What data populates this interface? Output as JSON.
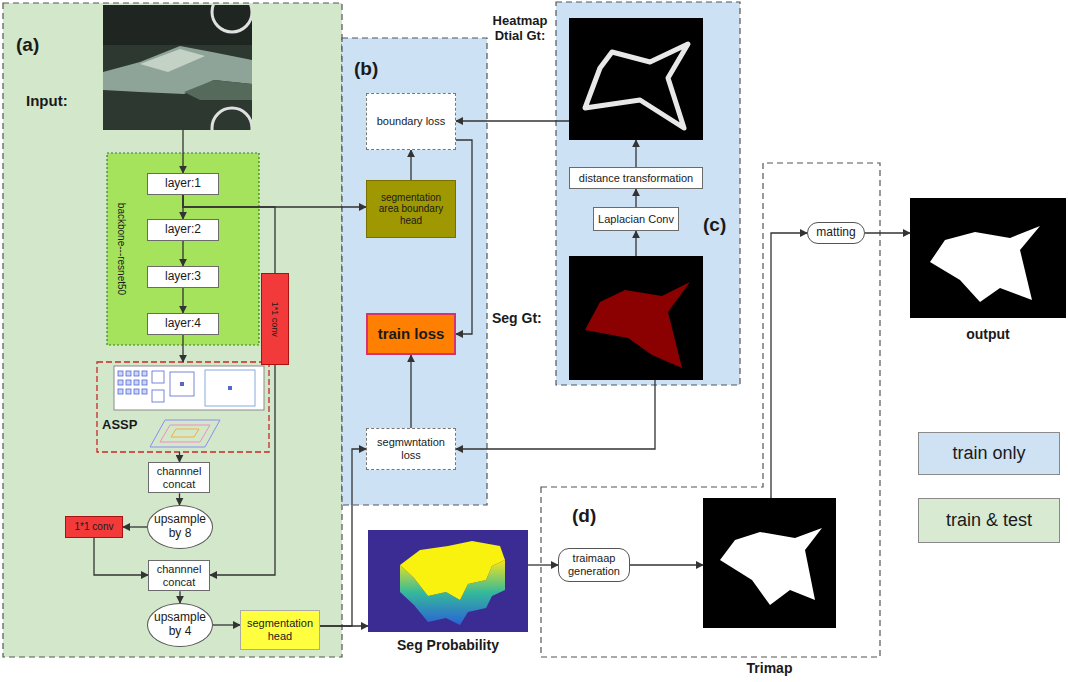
{
  "diagram": {
    "nodes": [
      {
        "text": [
          "(a)"
        ]
      },
      {
        "text": [
          "Input:"
        ],
        "in": 0
      },
      {
        "text": [
          "backbone---resnet50"
        ],
        "in": 0
      },
      {
        "text": [
          "layer:1"
        ],
        "in": 2
      },
      {
        "text": [
          "layer:2"
        ],
        "in": 2
      },
      {
        "text": [
          "layer:3"
        ],
        "in": 2
      },
      {
        "text": [
          "layer:4"
        ],
        "in": 2
      },
      {
        "text": [
          "1*1 conv"
        ],
        "in": 0
      },
      {
        "text": [
          "ASSP"
        ],
        "in": 0
      },
      {
        "text": [
          "channnel concat"
        ],
        "in": 0
      },
      {
        "text": [
          "upsample by 8"
        ],
        "in": 0
      },
      {
        "text": [
          "1*1 conv"
        ],
        "in": 0
      },
      {
        "text": [
          "channnel concat"
        ],
        "in": 0
      },
      {
        "text": [
          "upsample by 4"
        ],
        "in": 0
      },
      {
        "text": [
          "segmentation head"
        ],
        "in": 0
      },
      {
        "text": [
          "(b)"
        ]
      },
      {
        "text": [
          "boundary loss"
        ],
        "in": 15
      },
      {
        "text": [
          "segmentation area boundary head"
        ],
        "in": 15
      },
      {
        "text": [
          "train loss"
        ],
        "in": 15
      },
      {
        "text": [
          "segmwntation loss"
        ],
        "in": 15
      },
      {
        "text": [
          "(c)"
        ]
      },
      {
        "text": [
          "Heatmap Dtial Gt:"
        ],
        "in": 20
      },
      {
        "text": [
          "distance transformation"
        ],
        "in": 20
      },
      {
        "text": [
          "Laplacian Conv"
        ],
        "in": 20
      },
      {
        "text": [
          "Seg Gt:"
        ],
        "in": 20
      },
      {
        "text": [
          "Seg Probability"
        ]
      },
      {
        "text": [
          "(d)"
        ]
      },
      {
        "text": [
          "traimaap generation"
        ],
        "in": 26
      },
      {
        "text": [
          "Trimap"
        ],
        "in": 26
      },
      {
        "text": [
          "matting"
        ],
        "in": 26
      },
      {
        "text": [
          "output"
        ]
      }
    ],
    "edges": [
      {
        "from": 1,
        "to": 3,
        "arrow": "to"
      },
      {
        "from": 3,
        "to": 4,
        "arrow": "to"
      },
      {
        "from": 4,
        "to": 5,
        "arrow": "to"
      },
      {
        "from": 5,
        "to": 6,
        "arrow": "to"
      },
      {
        "from": 6,
        "to": 8,
        "arrow": "to"
      },
      {
        "from": 8,
        "to": 9,
        "arrow": "to"
      },
      {
        "from": 9,
        "to": 10,
        "arrow": "to"
      },
      {
        "from": 10,
        "to": 11,
        "arrow": "to"
      },
      {
        "from": 11,
        "to": 12,
        "arrow": "to"
      },
      {
        "from": 3,
        "to": 7,
        "arrow": "none"
      },
      {
        "from": 3,
        "to": 17,
        "arrow": "to"
      },
      {
        "from": 7,
        "to": 12,
        "arrow": "to"
      },
      {
        "from": 12,
        "to": 13,
        "arrow": "to"
      },
      {
        "from": 13,
        "to": 14,
        "arrow": "to"
      },
      {
        "from": 14,
        "to": 25,
        "arrow": "to"
      },
      {
        "from": 14,
        "to": 19,
        "arrow": "to"
      },
      {
        "from": 24,
        "to": 19,
        "arrow": "to"
      },
      {
        "from": 24,
        "to": 23,
        "arrow": "to"
      },
      {
        "from": 23,
        "to": 22,
        "arrow": "to"
      },
      {
        "from": 22,
        "to": 21,
        "arrow": "to"
      },
      {
        "from": 21,
        "to": 16,
        "arrow": "to"
      },
      {
        "from": 17,
        "to": 16,
        "arrow": "to"
      },
      {
        "from": 16,
        "to": 18,
        "arrow": "to"
      },
      {
        "from": 19,
        "to": 18,
        "arrow": "to"
      },
      {
        "from": 25,
        "to": 27,
        "arrow": "to"
      },
      {
        "from": 27,
        "to": 28,
        "arrow": "to"
      },
      {
        "from": 28,
        "to": 29,
        "arrow": "to"
      },
      {
        "from": 29,
        "to": 30,
        "arrow": "to"
      }
    ],
    "legend": [
      {
        "text": "train only",
        "color": "#cfe2f3"
      },
      {
        "text": "train & test",
        "color": "#d9ead3"
      }
    ]
  }
}
